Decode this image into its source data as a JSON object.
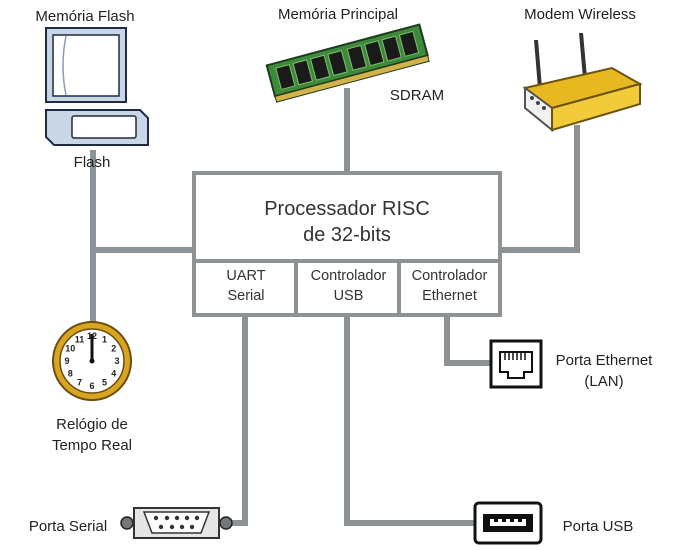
{
  "nodes": {
    "flash_memory": {
      "title": "Memória Flash",
      "caption": "Flash"
    },
    "main_memory": {
      "title": "Memória Principal",
      "caption": "SDRAM"
    },
    "wireless_modem": {
      "title": "Modem Wireless"
    },
    "processor": {
      "title_line1": "Processador RISC",
      "title_line2": "de 32-bits"
    },
    "uart": {
      "line1": "UART",
      "line2": "Serial"
    },
    "usb_controller": {
      "line1": "Controlador",
      "line2": "USB"
    },
    "ethernet_controller": {
      "line1": "Controlador",
      "line2": "Ethernet"
    },
    "rtc": {
      "line1": "Relógio de",
      "line2": "Tempo Real",
      "clock_numbers": [
        "12",
        "1",
        "2",
        "3",
        "4",
        "5",
        "6",
        "7",
        "8",
        "9",
        "10",
        "11"
      ]
    },
    "ethernet_port": {
      "line1": "Porta Ethernet",
      "line2": "(LAN)"
    },
    "serial_port": {
      "label": "Porta Serial"
    },
    "usb_port": {
      "label": "Porta USB"
    }
  },
  "colors": {
    "line": "#8c9296",
    "box_border": "#8c9296",
    "ram_green": "#3d8a3a",
    "router_yellow": "#e8b820",
    "clock_gold": "#d9a520"
  }
}
